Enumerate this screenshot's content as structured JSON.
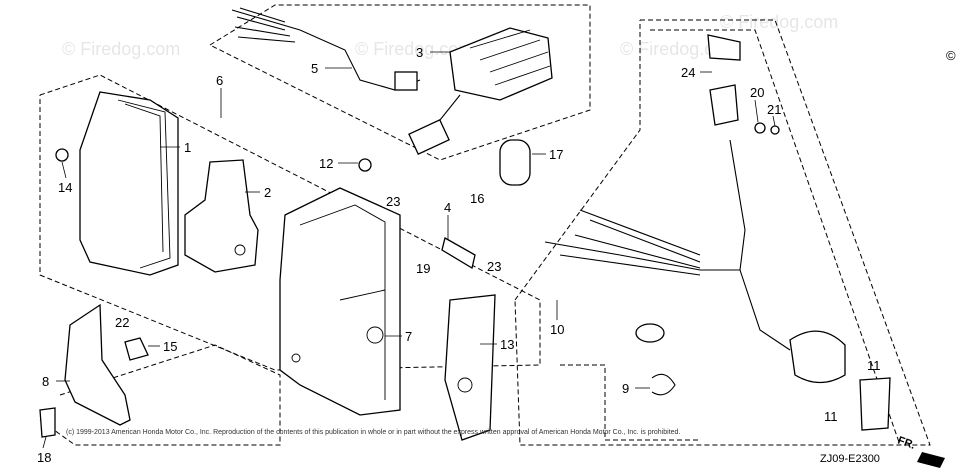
{
  "watermark": "© Firedog.com",
  "copyright": "(c) 1999-2013 American Honda Motor Co., Inc. Reproduction of the contents of this publication in whole or in part without the express written approval of American Honda Motor Co., Inc. is prohibited.",
  "diagram_code": "ZJ09-E2300",
  "direction_label": "FR.",
  "corner_mark": "©",
  "callouts": [
    "1",
    "2",
    "3",
    "4",
    "5",
    "6",
    "7",
    "8",
    "9",
    "10",
    "11",
    "11",
    "12",
    "13",
    "14",
    "15",
    "16",
    "17",
    "18",
    "19",
    "20",
    "21",
    "22",
    "23",
    "23",
    "24"
  ]
}
